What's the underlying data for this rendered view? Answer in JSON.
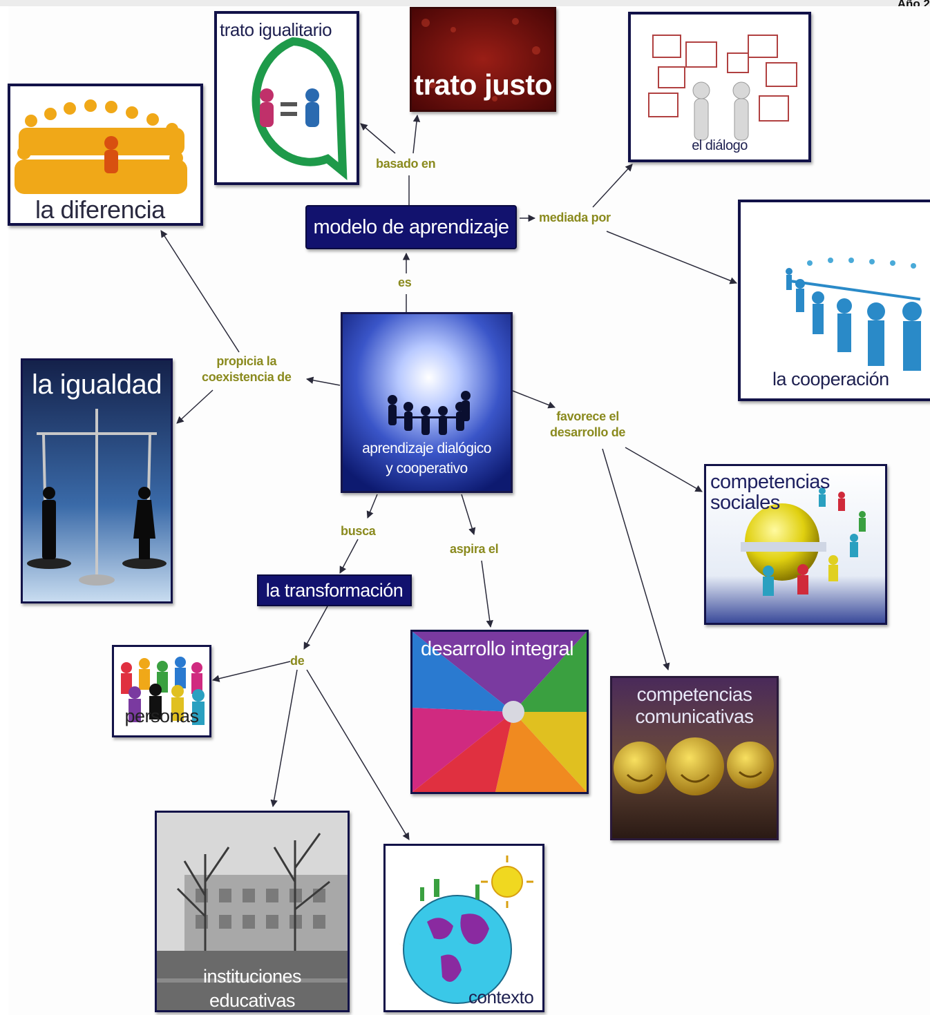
{
  "header": {
    "corner_text": "Año 2"
  },
  "center": {
    "title": "aprendizaje dialógico\ny cooperativo"
  },
  "concepts": {
    "modelo": "modelo de aprendizaje",
    "transformacion": "la transformación",
    "trato_igualitario": "trato igualitario",
    "trato_justo": "trato justo",
    "dialogo": "el diálogo",
    "cooperacion": "la cooperación",
    "diferencia": "la diferencia",
    "igualdad": "la igualdad",
    "competencias_sociales": "competencias\nsociales",
    "competencias_comunicativas": "competencias\ncomunicativas",
    "desarrollo_integral": "desarrollo integral",
    "personas": "personas",
    "instituciones": "instituciones\neducativas",
    "contexto": "contexto"
  },
  "links": {
    "es": "es",
    "basado_en": "basado en",
    "mediada_por": "mediada por",
    "propicia": "propicia la\ncoexistencia de",
    "favorece": "favorece el\ndesarrollo de",
    "busca": "busca",
    "aspira": "aspira el",
    "de": "de"
  },
  "colors": {
    "node_border": "#1a1a55",
    "pill_bg": "#12126e",
    "link_label": "#8a8a1e",
    "arrow": "#2a2a3a"
  }
}
